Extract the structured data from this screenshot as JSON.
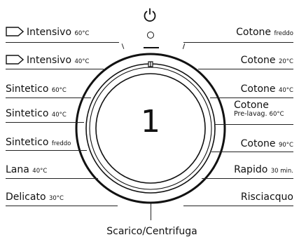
{
  "power_icon": "power-icon",
  "indicator_icon": "indicator-light-icon",
  "dial_value": "1",
  "programs_left": [
    {
      "name": "Intensivo",
      "sub": "60°C",
      "icon": "prewash-tag-icon"
    },
    {
      "name": "Intensivo",
      "sub": "40°C",
      "icon": "prewash-tag-icon"
    },
    {
      "name": "Sintetico",
      "sub": "60°C"
    },
    {
      "name": "Sintetico",
      "sub": "40°C"
    },
    {
      "name": "Sintetico",
      "sub": "freddo"
    },
    {
      "name": "Lana",
      "sub": "40°C"
    },
    {
      "name": "Delicato",
      "sub": "30°C"
    }
  ],
  "programs_right": [
    {
      "name": "Cotone",
      "sub": "freddo"
    },
    {
      "name": "Cotone",
      "sub": "20°C"
    },
    {
      "name": "Cotone",
      "sub": "40°C"
    },
    {
      "name": "Cotone",
      "sub2_main": "Pre-lavag.",
      "sub": "60°C"
    },
    {
      "name": "Cotone",
      "sub": "90°C"
    },
    {
      "name": "Rapido",
      "sub": "30 min."
    },
    {
      "name": "Risciacquo",
      "sub": ""
    }
  ],
  "bottom_program": "Scarico/Centrifuga"
}
